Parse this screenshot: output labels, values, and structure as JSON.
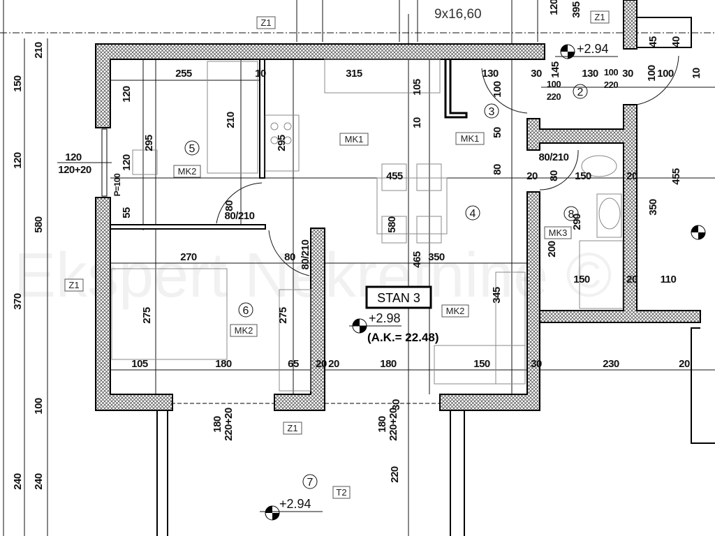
{
  "apartment_label": "STAN 3",
  "elevation_main": "+2.98",
  "absolute_elevation": "(A.K.= 22.48)",
  "elevation_entry": "+2.94",
  "elevation_terrace": "+2.94",
  "stair_spec": "9x16,60",
  "watermark": "Ekspert Nekretnine ©",
  "rooms": [
    "2",
    "3",
    "4",
    "5",
    "6",
    "7",
    "8"
  ],
  "tags": {
    "z1": "Z1",
    "mk1": "MK1",
    "mk2": "MK2",
    "mk3": "MK3",
    "t2": "T2"
  },
  "dims": [
    "255",
    "315",
    "10",
    "120",
    "210",
    "295",
    "295",
    "120",
    "P=100",
    "55",
    "80",
    "80/210",
    "270",
    "80",
    "80/210",
    "275",
    "275",
    "105",
    "180",
    "65",
    "20",
    "20",
    "180",
    "150",
    "30",
    "230",
    "20",
    "455",
    "580",
    "465",
    "350",
    "345",
    "105",
    "10",
    "130",
    "100",
    "30",
    "145",
    "100",
    "220",
    "130",
    "100",
    "220",
    "30",
    "100",
    "100",
    "10",
    "50",
    "80",
    "80/210",
    "80",
    "20",
    "150",
    "20",
    "455",
    "350",
    "290",
    "200",
    "150",
    "20",
    "110",
    "120",
    "395",
    "45",
    "40"
  ],
  "left_dims": [
    "210",
    "150",
    "120",
    "580",
    "370",
    "100",
    "240",
    "240"
  ],
  "window_dims": {
    "left_w": "120",
    "left_h": "120+20",
    "b1_w": "180",
    "b1_h": "220+20",
    "b2_w": "180",
    "b2_h": "220+20",
    "b2_30": "30",
    "terrace_220": "220"
  }
}
